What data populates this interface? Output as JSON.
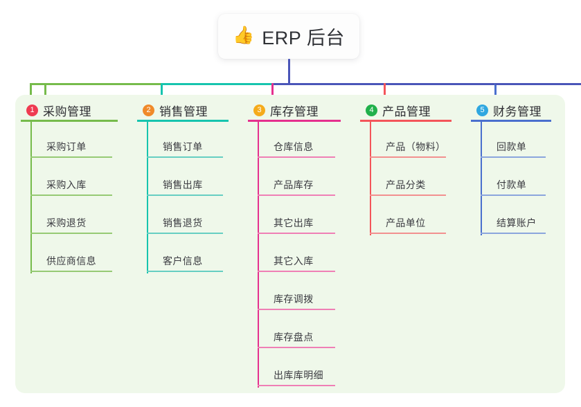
{
  "root": {
    "icon": "thumbs-up-icon",
    "emoji": "👍",
    "title": "ERP 后台"
  },
  "theme": {
    "page_background": "#ffffff",
    "panel_background": "#eff8ea",
    "card_background": "#fdfdfd",
    "root_stem_color": "#4a55b8",
    "text_color": "#2e2e33"
  },
  "columns": [
    {
      "number": "1",
      "title": "采购管理",
      "badge_color": "#ef3b51",
      "line_color": "#76bb4b",
      "leaf_line_color": "#96ca74",
      "items": [
        {
          "label": "采购订单"
        },
        {
          "label": "采购入库"
        },
        {
          "label": "采购退货"
        },
        {
          "label": "供应商信息"
        }
      ]
    },
    {
      "number": "2",
      "title": "销售管理",
      "badge_color": "#f08a2a",
      "line_color": "#16c4ae",
      "leaf_line_color": "#66cec2",
      "items": [
        {
          "label": "销售订单"
        },
        {
          "label": "销售出库"
        },
        {
          "label": "销售退货"
        },
        {
          "label": "客户信息"
        }
      ]
    },
    {
      "number": "3",
      "title": "库存管理",
      "badge_color": "#f5ab1b",
      "line_color": "#e5308e",
      "leaf_line_color": "#ef7fb5",
      "items": [
        {
          "label": "仓库信息"
        },
        {
          "label": "产品库存"
        },
        {
          "label": "其它出库"
        },
        {
          "label": "其它入库"
        },
        {
          "label": "库存调拨"
        },
        {
          "label": "库存盘点"
        },
        {
          "label": "出库库明细"
        }
      ]
    },
    {
      "number": "4",
      "title": "产品管理",
      "badge_color": "#20b04b",
      "line_color": "#f4555a",
      "leaf_line_color": "#f2908f",
      "items": [
        {
          "label": "产品（物料）"
        },
        {
          "label": "产品分类"
        },
        {
          "label": "产品单位"
        }
      ]
    },
    {
      "number": "5",
      "title": "财务管理",
      "badge_color": "#2fa7e0",
      "line_color": "#4a6fce",
      "leaf_line_color": "#8ba5dd",
      "items": [
        {
          "label": "回款单"
        },
        {
          "label": "付款单"
        },
        {
          "label": "结算账户"
        }
      ]
    }
  ]
}
